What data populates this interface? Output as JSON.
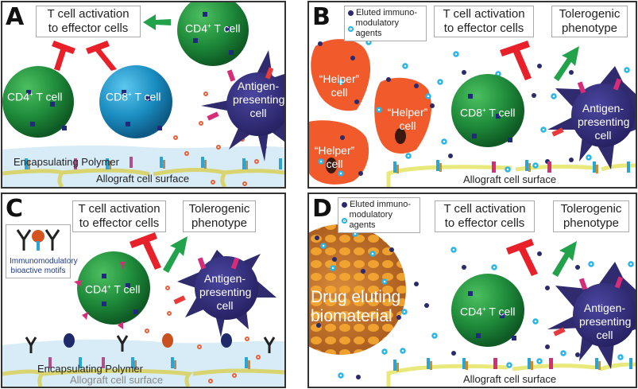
{
  "colors": {
    "cd4_cell": "#1e8a3a",
    "cd8_cell_A": "#1a8cc0",
    "apc": "#2f2b6e",
    "helper": "#f15a2b",
    "inhibit": "#e8202a",
    "promote": "#22a24a",
    "polymer": "#d8ecf8",
    "membrane": "#e9e87a",
    "eluted_dark": "#2b2a6b",
    "eluted_cyan": "#29b6e6",
    "biomaterial": "#c9782e"
  },
  "panels": {
    "A": {
      "letter": "A",
      "activation_box": [
        "T cell activation",
        "to effector cells"
      ],
      "cell_cd4_top": "CD4",
      "cell_cd4_left": "CD4",
      "cell_cd8": "CD8",
      "t_cell_suffix": " T cell",
      "sup": "+",
      "apc": [
        "Antigen-",
        "presenting",
        "cell"
      ],
      "polymer": "Encapsulating Polymer",
      "surface": "Allograft cell surface"
    },
    "B": {
      "letter": "B",
      "legend": [
        "Eluted immuno-",
        "modulatory agents"
      ],
      "activation_box": [
        "T cell activation",
        "to effector cells"
      ],
      "tolerogenic_box": [
        "Tolerogenic",
        "phenotype"
      ],
      "helper": [
        "“Helper”",
        "cell"
      ],
      "cell": "CD8",
      "t_cell_suffix": " T cell",
      "sup": "+",
      "apc": [
        "Antigen-",
        "presenting",
        "cell"
      ],
      "surface": "Allograft cell surface"
    },
    "C": {
      "letter": "C",
      "motif_legend": [
        "Immunomodulatory",
        "bioactive motifs"
      ],
      "activation_box": [
        "T cell activation",
        "to effector cells"
      ],
      "tolerogenic_box": [
        "Tolerogenic",
        "phenotype"
      ],
      "cell": "CD4",
      "t_cell_suffix": " T cell",
      "sup": "+",
      "apc": [
        "Antigen-",
        "presenting",
        "cell"
      ],
      "polymer": "Encapsulating Polymer",
      "surface": "Allograft cell surface"
    },
    "D": {
      "letter": "D",
      "legend": [
        "Eluted immuno-",
        "modulatory agents"
      ],
      "activation_box": [
        "T cell activation",
        "to effector cells"
      ],
      "tolerogenic_box": [
        "Tolerogenic",
        "phenotype"
      ],
      "biomaterial": [
        "Drug eluting",
        "biomaterial"
      ],
      "cell": "CD4",
      "t_cell_suffix": " T cell",
      "sup": "+",
      "apc": [
        "Antigen-",
        "presenting",
        "cell"
      ],
      "surface": "Allograft cell surface"
    }
  }
}
